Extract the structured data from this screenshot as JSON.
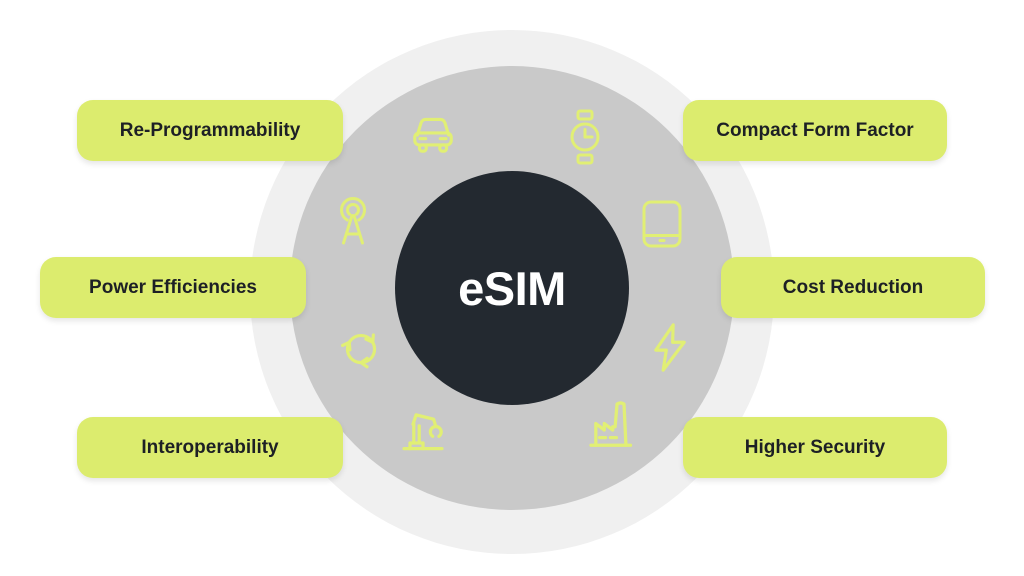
{
  "diagram": {
    "center_label": "eSIM",
    "benefits_left": [
      "Re-Programmability",
      "Power Efficiencies",
      "Interoperability"
    ],
    "benefits_right": [
      "Compact Form Factor",
      "Cost Reduction",
      "Higher Security"
    ],
    "icons": [
      "car",
      "smartwatch",
      "antenna-tower",
      "tablet",
      "recycle",
      "lightning-bolt",
      "robot-arm",
      "factory"
    ],
    "colors": {
      "accent_pill": "#dcec6e",
      "accent_icon": "#e1ef74",
      "center_circle": "#232930",
      "icon_ring": "#c9c9c9",
      "outer_halo": "#f0f0f0",
      "pill_text": "#1d2025",
      "center_text": "#ffffff",
      "background": "#ffffff"
    }
  }
}
